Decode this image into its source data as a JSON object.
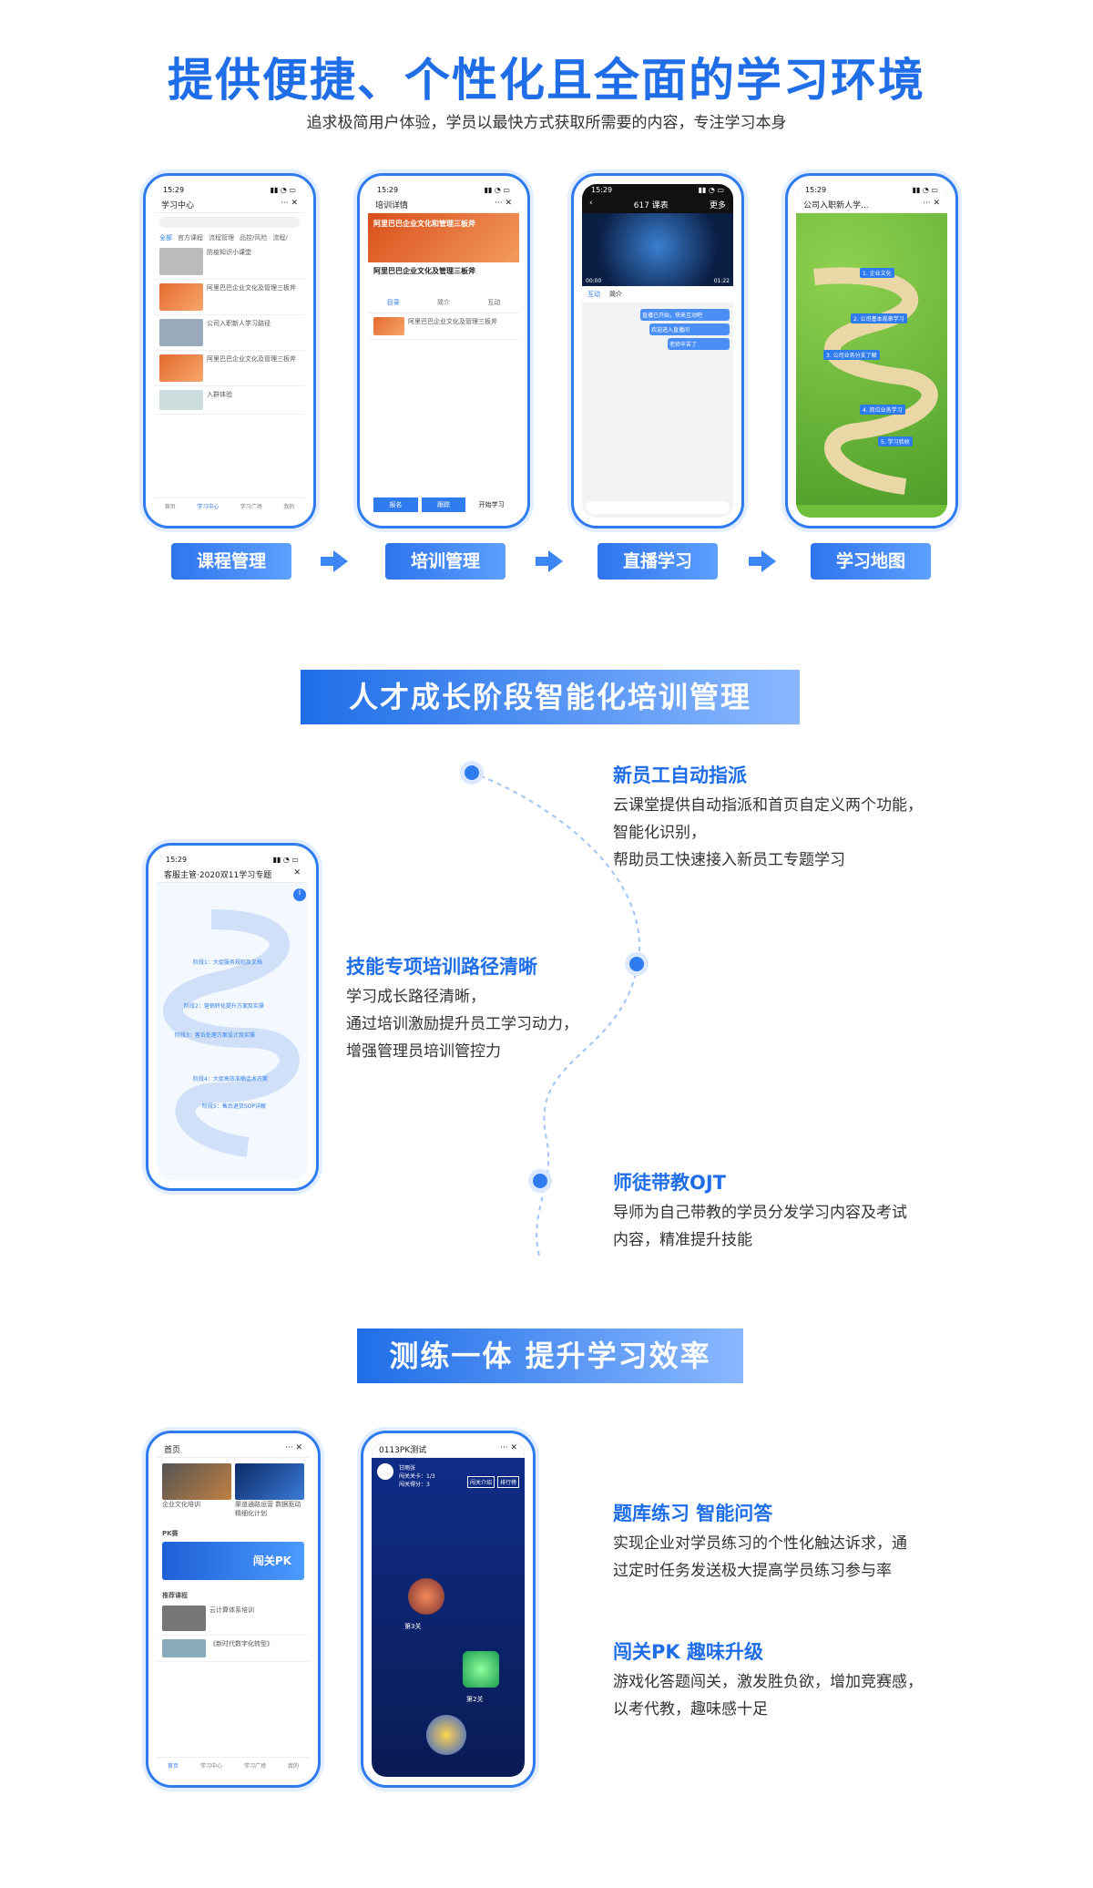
{
  "header": {
    "title": "提供便捷、个性化且全面的学习环境",
    "subtitle": "追求极简用户体验，学员以最快方式获取所需要的内容，专注学习本身"
  },
  "phones_top": [
    {
      "time": "15:29",
      "title": "学习中心",
      "tabs": [
        "全部",
        "官方课程",
        "流程管理",
        "品控/风险",
        "流程/"
      ],
      "items": [
        "防疫知识小课堂",
        "阿里巴巴企业文化及管理三板斧",
        "公司入职新人学习路径",
        "阿里巴巴企业文化及管理三板斧",
        "入群体验"
      ],
      "bottom": [
        "首页",
        "学习中心",
        "学习广场",
        "我的"
      ]
    },
    {
      "time": "15:29",
      "title": "培训详情",
      "banner": "阿里巴巴企业文化和管理三板斧",
      "course": "阿里巴巴企业文化及管理三板斧",
      "tabs": [
        "目录",
        "简介",
        "互动"
      ],
      "item": "阿里巴巴企业文化及管理三板斧",
      "buttons": [
        "报名",
        "跟踪",
        "开始学习"
      ]
    },
    {
      "time": "15:29",
      "title": "617 课表",
      "more": "更多",
      "time_a": "00:00",
      "time_b": "01:22",
      "tabs": [
        "互动",
        "简介"
      ],
      "msgs": [
        "直播已开始，快来互动吧",
        "欢迎进入直播间",
        "老师辛苦了"
      ]
    },
    {
      "time": "15:29",
      "title": "公司入职新人学...",
      "stations": [
        "1. 企业文化",
        "2. 公司基本规章学习",
        "3. 公司业务分支了解",
        "4. 岗位业务学习",
        "5. 学习验收"
      ]
    }
  ],
  "steps": [
    "课程管理",
    "培训管理",
    "直播学习",
    "学习地图"
  ],
  "section2": {
    "banner": "人才成长阶段智能化培训管理",
    "phone": {
      "time": "15:29",
      "title": "客服主管·2020双11学习专题",
      "stages": [
        "阶段1：大促服务规则及文档",
        "阶段2：营销转化提升方案及实操",
        "阶段3：客诉处理方案设计及实操",
        "阶段4：大促高效准确话术方案",
        "阶段5：售后退货SOP详解"
      ]
    },
    "items": [
      {
        "title": "新员工自动指派",
        "lines": [
          "云课堂提供自动指派和首页自定义两个功能，",
          "智能化识别，",
          "帮助员工快速接入新员工专题学习"
        ]
      },
      {
        "title": "技能专项培训路径清晰",
        "lines": [
          "学习成长路径清晰，",
          "通过培训激励提升员工学习动力，",
          "增强管理员培训管控力"
        ]
      },
      {
        "title": "师徒带教OJT",
        "lines": [
          "导师为自己带教的学员分发学习内容及考试",
          "内容，精准提升技能"
        ]
      }
    ]
  },
  "section3": {
    "banner": "测练一体 提升学习效率",
    "phone1": {
      "title": "首页",
      "cards": [
        "企业文化培训",
        "渠道通路运营 数据驱动精细化计划"
      ],
      "pk_label": "PK赛",
      "pk_text": "闯关PK",
      "rec_label": "推荐课程",
      "rec_items": [
        "云计算体系培训",
        "《新时代数字化转型》"
      ],
      "bottom": [
        "首页",
        "学习中心",
        "学习广场",
        "我的"
      ]
    },
    "phone2": {
      "title": "0113PK测试",
      "user": "甘雨张",
      "stats": [
        "闯关关卡：1/3",
        "闯关得分：3"
      ],
      "btns": [
        "闯关介绍",
        "排行榜"
      ],
      "levels": [
        "第3关",
        "第2关"
      ]
    },
    "items": [
      {
        "title": "题库练习 智能问答",
        "lines": [
          "实现企业对学员练习的个性化触达诉求，通",
          "过定时任务发送极大提高学员练习参与率"
        ]
      },
      {
        "title": "闯关PK 趣味升级",
        "lines": [
          "游戏化答题闯关，激发胜负欲，增加竞赛感，",
          "以考代教，趣味感十足"
        ]
      }
    ]
  },
  "colors": {
    "primary": "#1f6ee8",
    "accent": "#2f7bf0"
  }
}
